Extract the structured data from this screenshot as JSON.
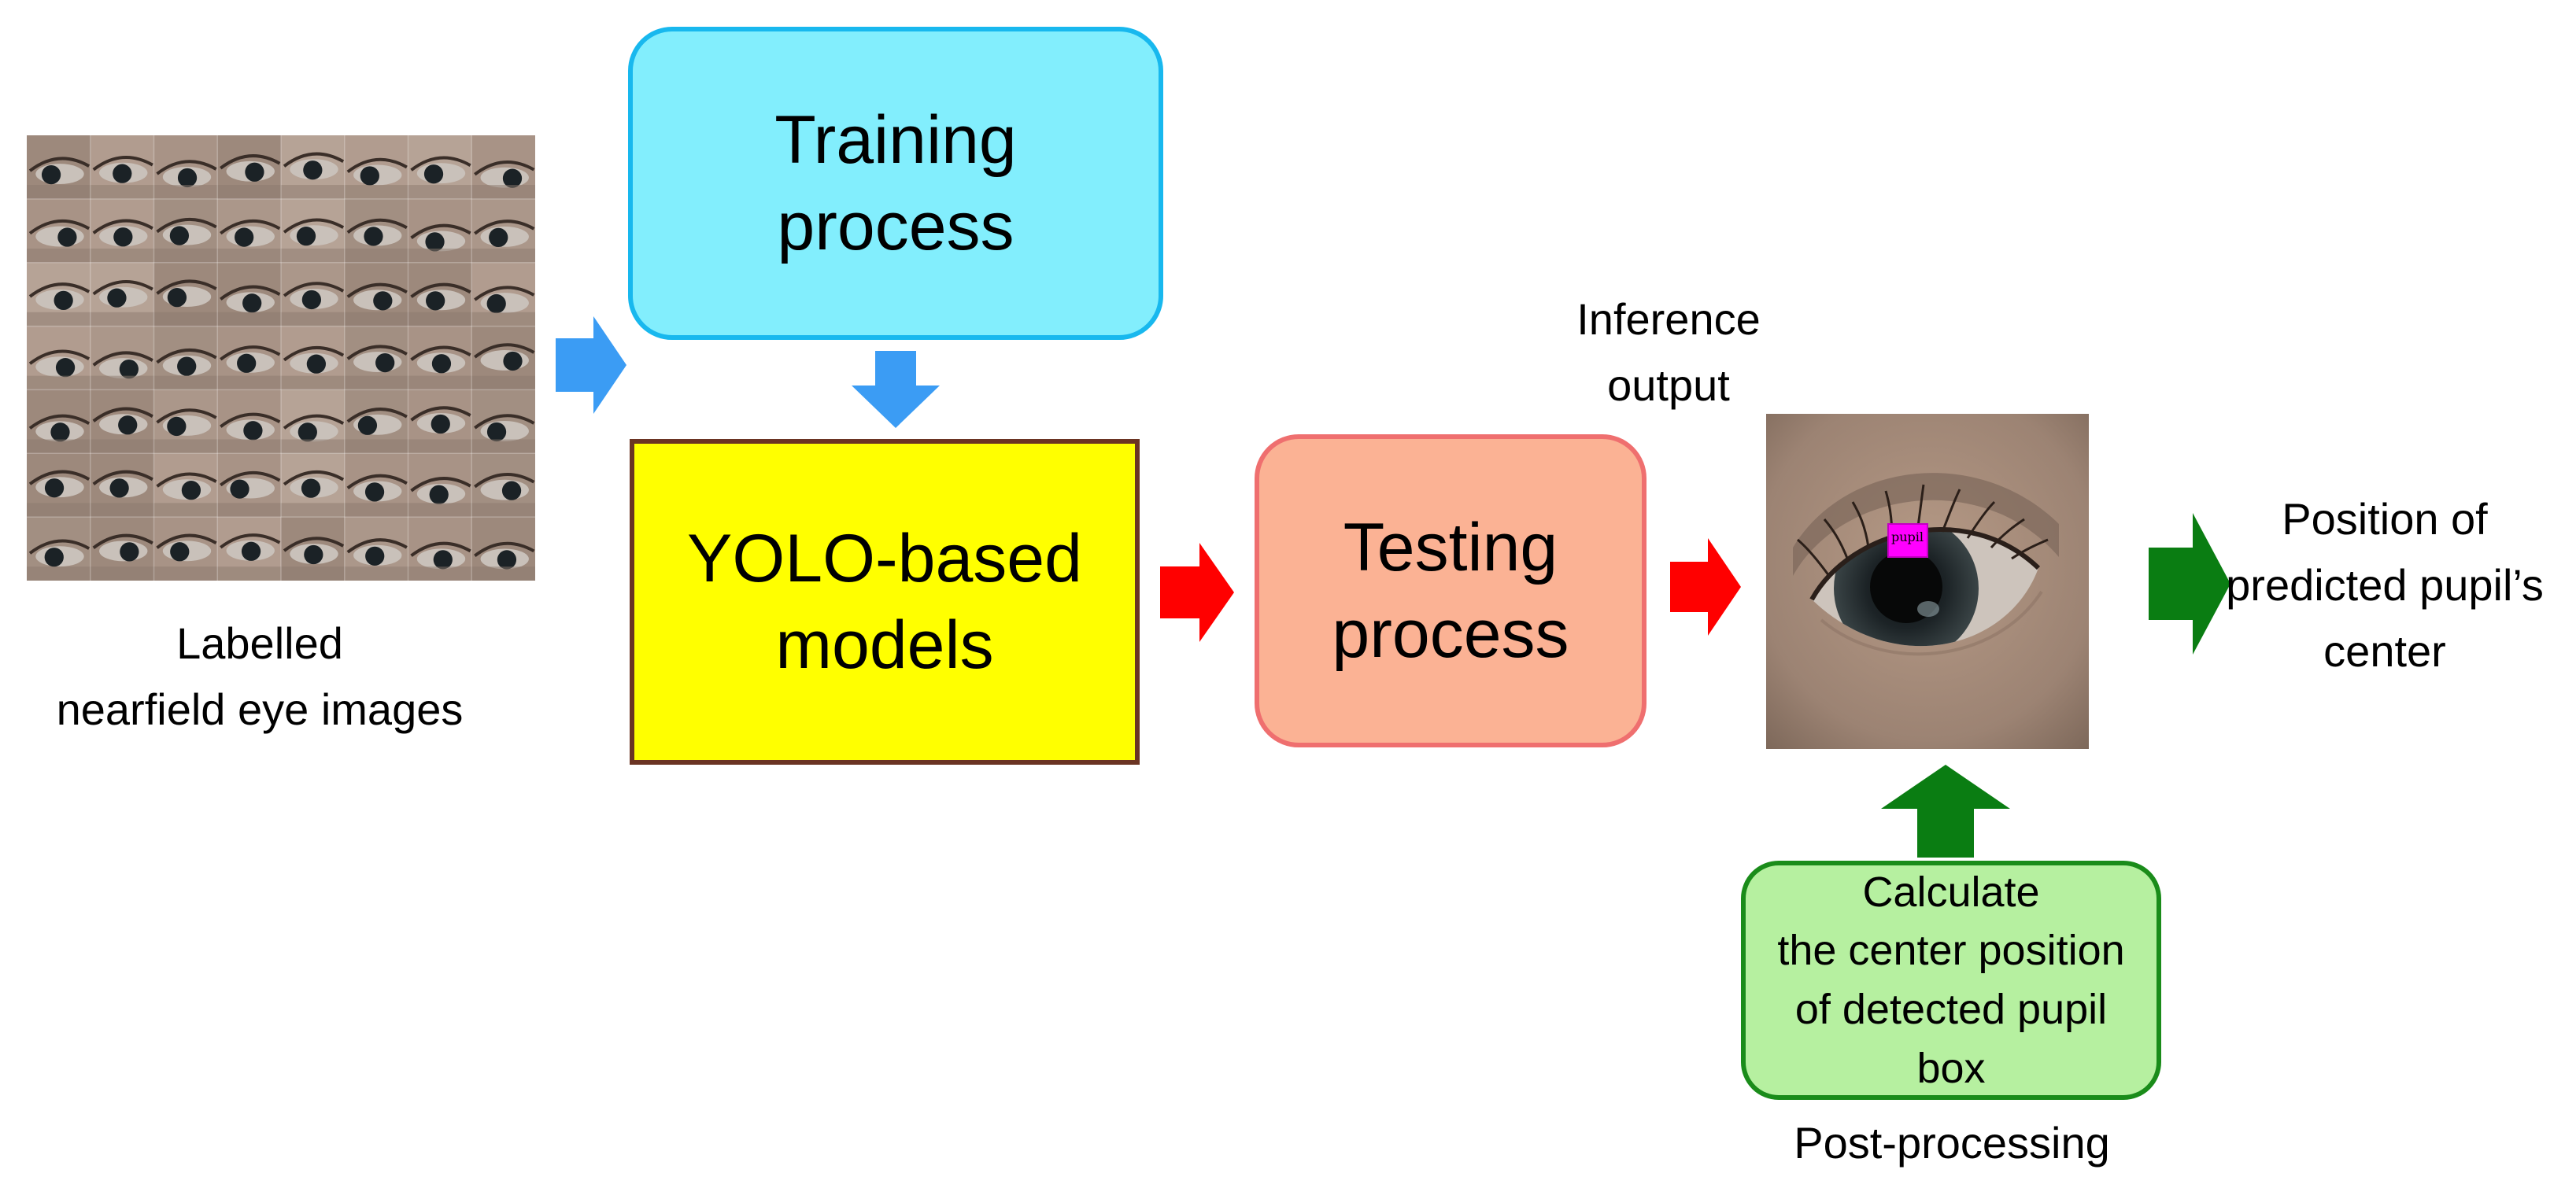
{
  "input_caption": [
    "Labelled",
    "nearfield eye images"
  ],
  "training_box": [
    "Training",
    "process"
  ],
  "yolo_box": [
    "YOLO-based",
    "models"
  ],
  "testing_box": [
    "Testing",
    "process"
  ],
  "inference_caption": [
    "Inference",
    "output"
  ],
  "detection_label": "pupil",
  "result_caption": [
    "Position of",
    "predicted pupil’s",
    "center"
  ],
  "postproc_box": [
    "Calculate",
    "the center position",
    "of detected pupil",
    "box"
  ],
  "postproc_caption": "Post-processing",
  "colors": {
    "training_fill": "#82eefd",
    "training_border": "#18b8ee",
    "yolo_fill": "#ffff00",
    "yolo_border": "#6b3423",
    "testing_fill": "#fbb294",
    "testing_border": "#ef6f6f",
    "postproc_fill": "#b6f0a0",
    "postproc_border": "#1a8c1a",
    "blue_arrow": "#3b9cf4",
    "red_arrow": "#ff0000",
    "green_arrow": "#0a7d12",
    "detection_box": "#ff00ff"
  },
  "icons": {
    "input_image": "eye-image-grid",
    "output_image": "eye-with-pupil-detection",
    "arrow_training_to_model": "arrow-down-icon",
    "arrow_input_to_training": "arrow-right-icon",
    "arrow_model_to_testing": "arrow-right-icon",
    "arrow_testing_to_output": "arrow-right-icon",
    "arrow_output_to_result": "arrow-right-icon",
    "arrow_postproc_to_output": "arrow-up-icon"
  }
}
